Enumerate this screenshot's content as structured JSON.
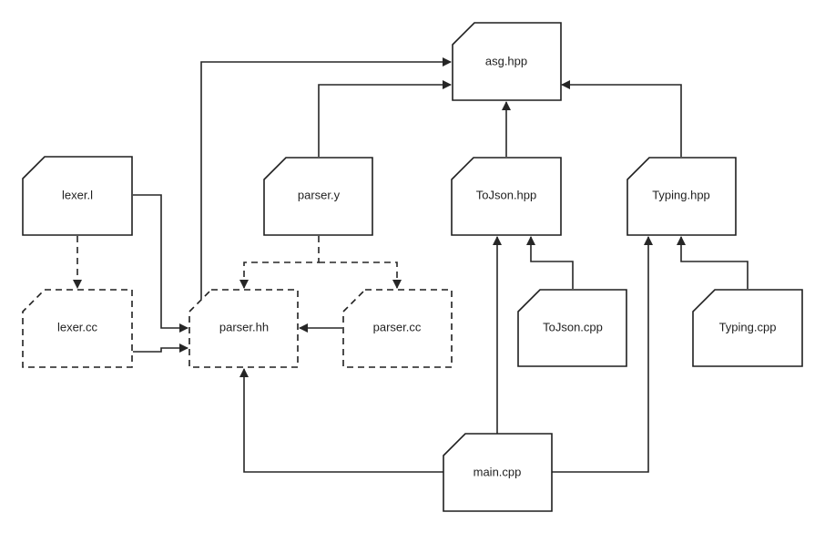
{
  "diagram": {
    "type": "file-dependency-graph",
    "nodes": {
      "asg_hpp": {
        "label": "asg.hpp",
        "style": "solid"
      },
      "lexer_l": {
        "label": "lexer.l",
        "style": "solid"
      },
      "parser_y": {
        "label": "parser.y",
        "style": "solid"
      },
      "tojson_hpp": {
        "label": "ToJson.hpp",
        "style": "solid"
      },
      "typing_hpp": {
        "label": "Typing.hpp",
        "style": "solid"
      },
      "lexer_cc": {
        "label": "lexer.cc",
        "style": "dashed"
      },
      "parser_hh": {
        "label": "parser.hh",
        "style": "dashed"
      },
      "parser_cc": {
        "label": "parser.cc",
        "style": "dashed"
      },
      "tojson_cpp": {
        "label": "ToJson.cpp",
        "style": "solid"
      },
      "typing_cpp": {
        "label": "Typing.cpp",
        "style": "solid"
      },
      "main_cpp": {
        "label": "main.cpp",
        "style": "solid"
      }
    },
    "edges": [
      {
        "from": "parser_hh",
        "to": "asg_hpp",
        "style": "solid"
      },
      {
        "from": "parser_y",
        "to": "asg_hpp",
        "style": "solid"
      },
      {
        "from": "tojson_hpp",
        "to": "asg_hpp",
        "style": "solid"
      },
      {
        "from": "typing_hpp",
        "to": "asg_hpp",
        "style": "solid"
      },
      {
        "from": "lexer_l",
        "to": "lexer_cc",
        "style": "dashed"
      },
      {
        "from": "lexer_l",
        "to": "parser_hh",
        "style": "solid"
      },
      {
        "from": "lexer_cc",
        "to": "parser_hh",
        "style": "solid"
      },
      {
        "from": "parser_y",
        "to": "parser_hh",
        "style": "dashed"
      },
      {
        "from": "parser_y",
        "to": "parser_cc",
        "style": "dashed"
      },
      {
        "from": "parser_cc",
        "to": "parser_hh",
        "style": "solid"
      },
      {
        "from": "tojson_cpp",
        "to": "tojson_hpp",
        "style": "solid"
      },
      {
        "from": "typing_cpp",
        "to": "typing_hpp",
        "style": "solid"
      },
      {
        "from": "main_cpp",
        "to": "parser_hh",
        "style": "solid"
      },
      {
        "from": "main_cpp",
        "to": "tojson_hpp",
        "style": "solid"
      },
      {
        "from": "main_cpp",
        "to": "typing_hpp",
        "style": "solid"
      }
    ]
  }
}
